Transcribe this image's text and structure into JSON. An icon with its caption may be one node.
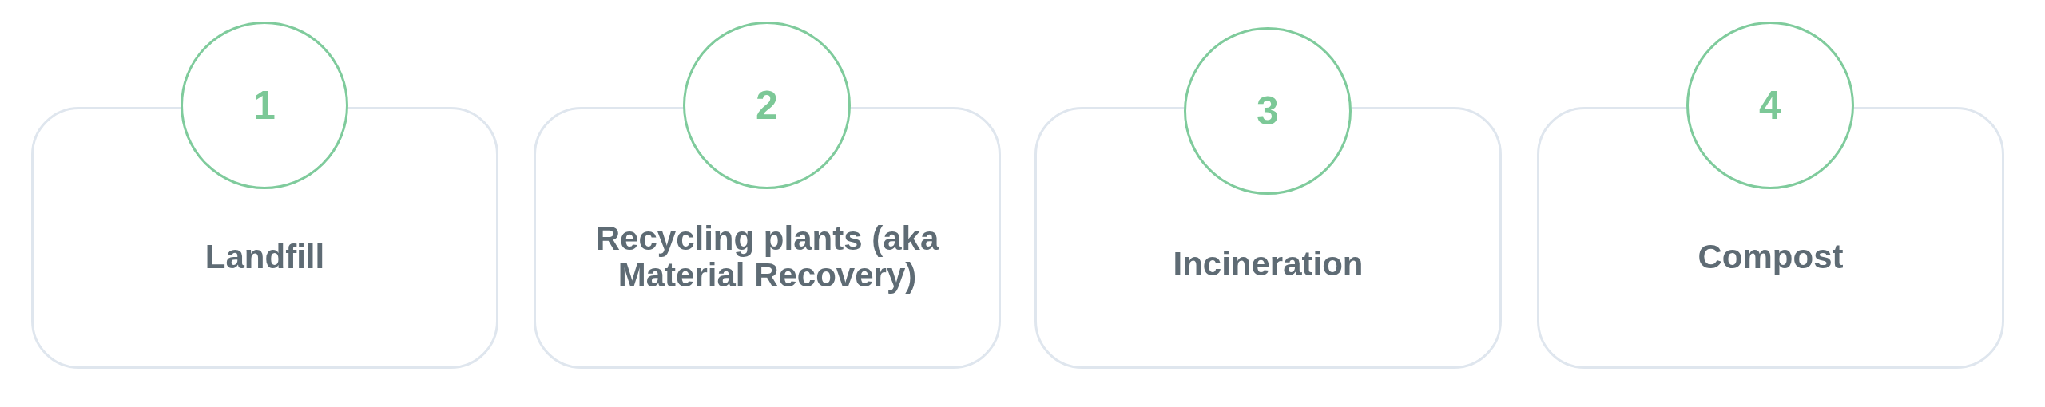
{
  "diagram": {
    "nodes": [
      {
        "text": [
          "1"
        ]
      },
      {
        "text": [
          "Landfill"
        ]
      },
      {
        "text": [
          "2"
        ]
      },
      {
        "text": [
          "Recycling plants (aka Material Recovery)"
        ]
      },
      {
        "text": [
          "3"
        ]
      },
      {
        "text": [
          "Incineration"
        ]
      },
      {
        "text": [
          "4"
        ]
      },
      {
        "text": [
          "Compost"
        ]
      }
    ]
  }
}
